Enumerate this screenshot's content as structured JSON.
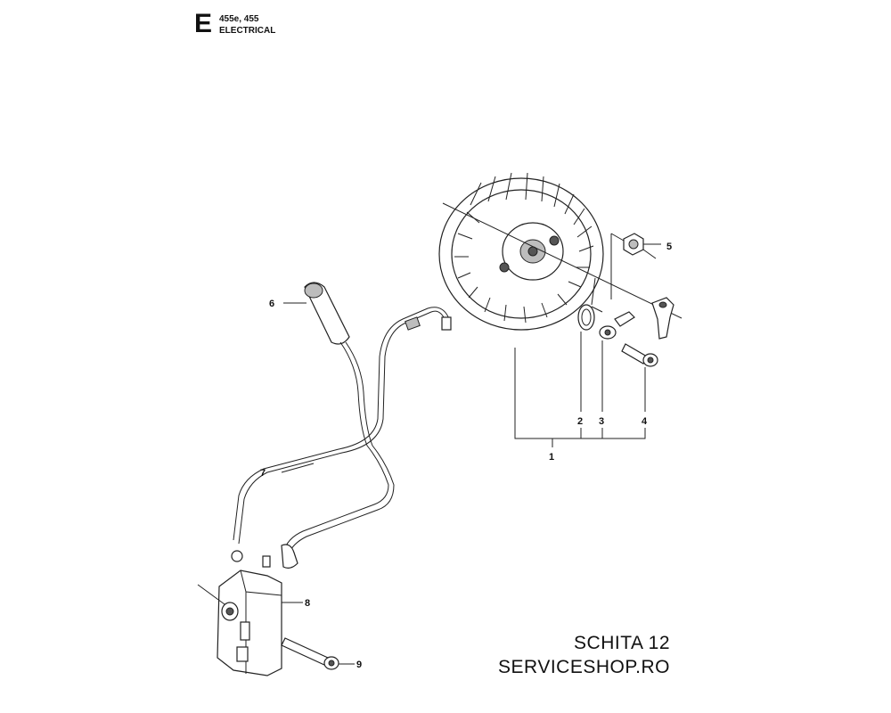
{
  "header": {
    "letter": "E",
    "models": "455e, 455",
    "section": "ELECTRICAL"
  },
  "callouts": [
    {
      "id": "1",
      "label": "1"
    },
    {
      "id": "2",
      "label": "2"
    },
    {
      "id": "3",
      "label": "3"
    },
    {
      "id": "4",
      "label": "4"
    },
    {
      "id": "5",
      "label": "5"
    },
    {
      "id": "6",
      "label": "6"
    },
    {
      "id": "7",
      "label": "7"
    },
    {
      "id": "8",
      "label": "8"
    },
    {
      "id": "9",
      "label": "9"
    }
  ],
  "footer": {
    "line1": "SCHITA 12",
    "line2": "SERVICESHOP.RO"
  }
}
